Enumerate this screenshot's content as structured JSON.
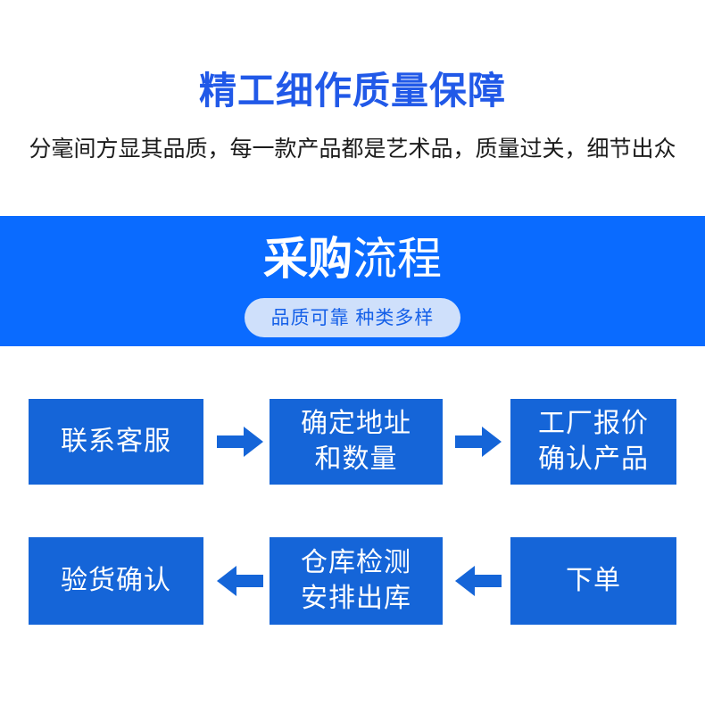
{
  "header": {
    "title": "精工细作质量保障",
    "subtitle": "分毫间方显其品质，每一款产品都是艺术品，质量过关，细节出众"
  },
  "banner": {
    "title_strong": "采购",
    "title_light": "流程",
    "pill_text": "品质可靠 种类多样"
  },
  "flow": {
    "row1": [
      {
        "label": "联系客服"
      },
      {
        "label": "确定地址\n和数量",
        "line1": "确定地址",
        "line2": "和数量"
      },
      {
        "label": "工厂报价\n确认产品",
        "line1": "工厂报价",
        "line2": "确认产品"
      }
    ],
    "row2": [
      {
        "label": "验货确认"
      },
      {
        "label": "仓库检测\n安排出库",
        "line1": "仓库检测",
        "line2": "安排出库"
      },
      {
        "label": "下单"
      }
    ],
    "arrows": {
      "row1_direction": "right",
      "row2_direction": "left"
    }
  },
  "colors": {
    "header_title": "#2159e8",
    "header_subtitle": "#1b1b1b",
    "banner_bg": "#0a6bff",
    "pill_bg": "#cfe0fb",
    "pill_text": "#1560e8",
    "box_bg": "#1565d8",
    "box_text": "#ffffff",
    "arrow": "#1565d8",
    "page_bg": "#ffffff"
  }
}
